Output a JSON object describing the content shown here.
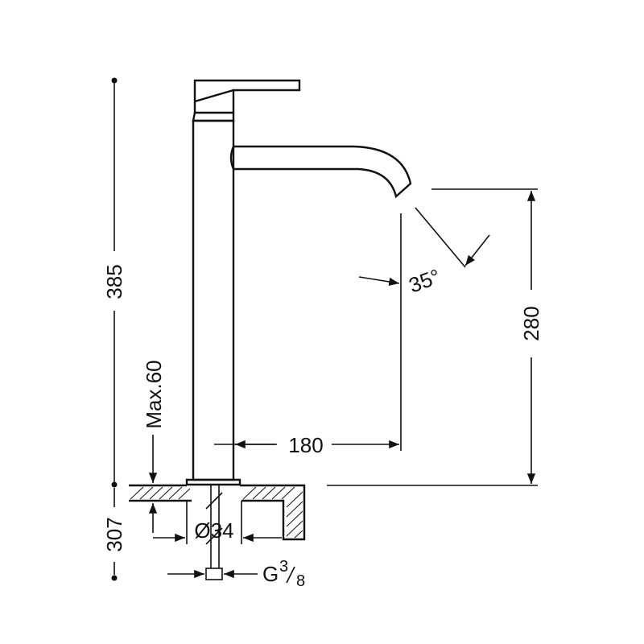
{
  "dimensions": {
    "total_height": "385",
    "spout_height": "280",
    "reach": "180",
    "angle": "35°",
    "max_thickness": "Max.60",
    "base_height": "307",
    "diameter": "Ø34",
    "connection_base": "G",
    "connection_num": "3",
    "connection_den": "8"
  }
}
